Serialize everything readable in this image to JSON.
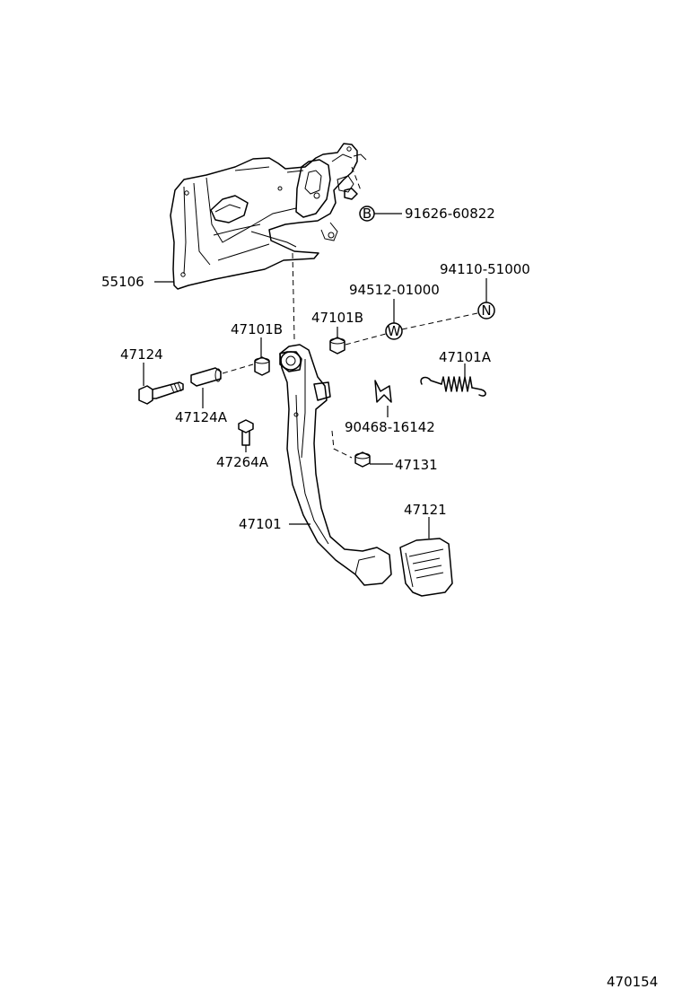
{
  "diagram": {
    "figure_number": "470154",
    "parts": {
      "bracket": "55106",
      "bracket_bolt": "91626-60822",
      "bolt_marker": "B",
      "nut": "94110-51000",
      "nut_marker": "N",
      "washer": "94512-01000",
      "washer_marker": "W",
      "bushing_left": "47101B",
      "bushing_right": "47101B",
      "spring": "47101A",
      "bolt": "47124",
      "collar": "47124A",
      "stopper_bolt": "47264A",
      "clip": "90468-16142",
      "cushion": "47131",
      "pedal_arm": "47101",
      "pedal_pad": "47121"
    }
  }
}
